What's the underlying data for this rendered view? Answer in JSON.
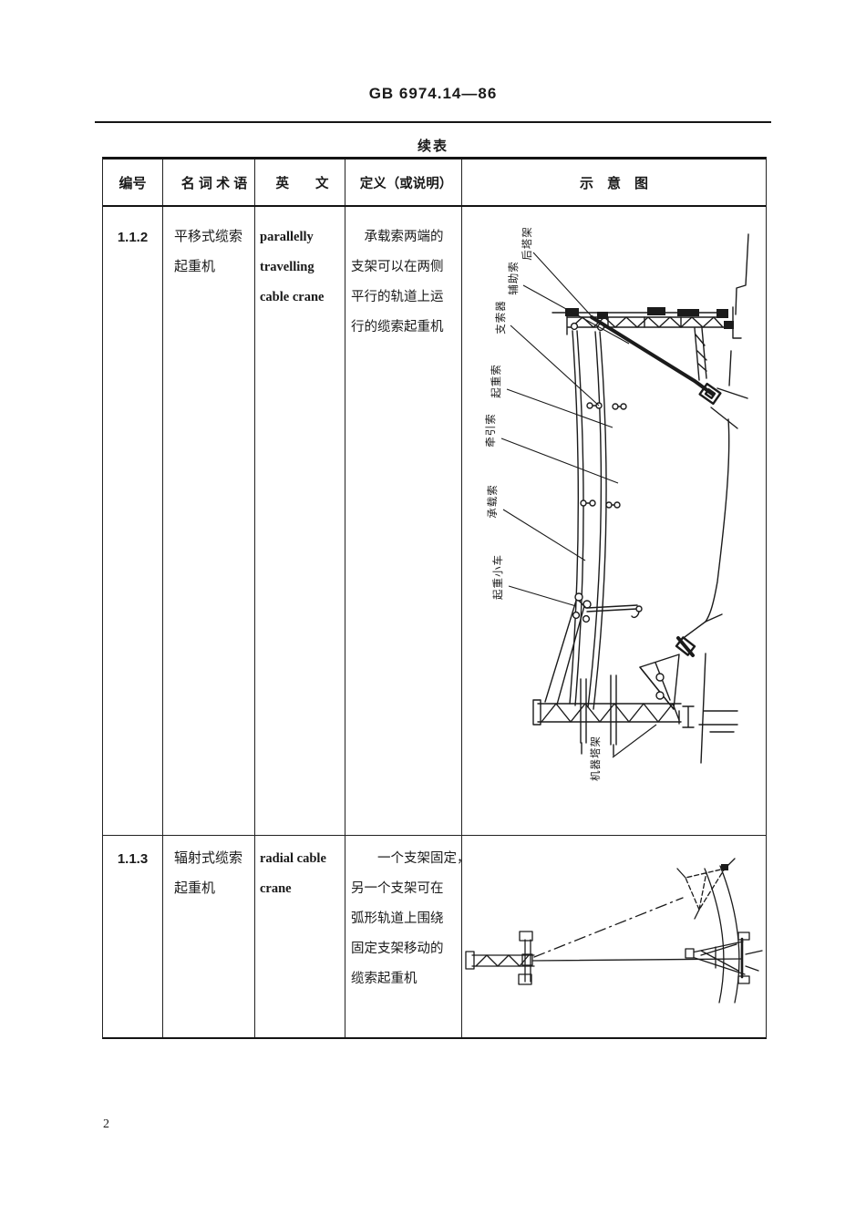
{
  "page": {
    "doc_code": "GB 6974.14—86",
    "table_caption": "续表",
    "page_number": "2"
  },
  "table": {
    "headers": {
      "id": "编号",
      "term": "名 词 术 语",
      "english": "英　　文",
      "definition": "定义（或说明）",
      "figure": "示　意　图"
    },
    "rows": [
      {
        "id": "1.1.2",
        "term": "平移式缆索\n起重机",
        "english": "parallelly\ntravelling\ncable crane",
        "definition": "　承载索两端的\n支架可以在两侧\n平行的轨道上运\n行的缆索起重机",
        "figure_labels": {
          "rear_tower": "后塔架",
          "auxiliary_rope": "辅助索",
          "cable_supporter": "支索器",
          "hoisting_rope": "起重索",
          "traction_rope": "牵引索",
          "track_cable": "承载索",
          "trolley": "起重小车",
          "machinery_tower": "机器塔架"
        }
      },
      {
        "id": "1.1.3",
        "term": "辐射式缆索\n起重机",
        "english": "radial cable\ncrane",
        "definition": "　　一个支架固定，\n另一个支架可在\n弧形轨道上围绕\n固定支架移动的\n缆索起重机"
      }
    ]
  }
}
